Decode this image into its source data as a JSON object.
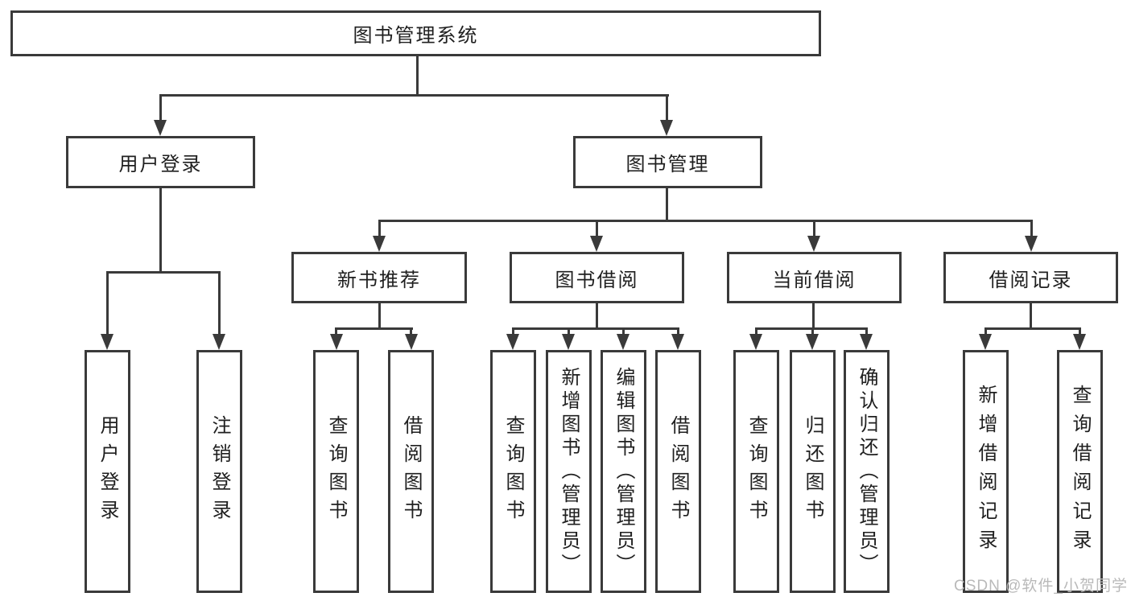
{
  "diagram": {
    "type": "tree-diagram",
    "colors": {
      "line": "#3a3a3a",
      "box_background": "#ffffff",
      "text": "#1f1f1f",
      "watermark": "#b9b9b9"
    },
    "root": {
      "label": "图书管理系统"
    },
    "branches": [
      {
        "label": "用户登录",
        "children": [
          {
            "label": "用户登录"
          },
          {
            "label": "注销登录"
          }
        ]
      },
      {
        "label": "图书管理",
        "children": [
          {
            "label": "新书推荐",
            "children": [
              {
                "label": "查询图书"
              },
              {
                "label": "借阅图书"
              }
            ]
          },
          {
            "label": "图书借阅",
            "children": [
              {
                "label": "查询图书"
              },
              {
                "label": "新增图书（管理员）"
              },
              {
                "label": "编辑图书（管理员）"
              },
              {
                "label": "借阅图书"
              }
            ]
          },
          {
            "label": "当前借阅",
            "children": [
              {
                "label": "查询图书"
              },
              {
                "label": "归还图书"
              },
              {
                "label": "确认归还（管理员）"
              }
            ]
          },
          {
            "label": "借阅记录",
            "children": [
              {
                "label": "新增借阅记录"
              },
              {
                "label": "查询借阅记录"
              }
            ]
          }
        ]
      }
    ],
    "watermark": "CSDN @软件_小贺同学"
  }
}
